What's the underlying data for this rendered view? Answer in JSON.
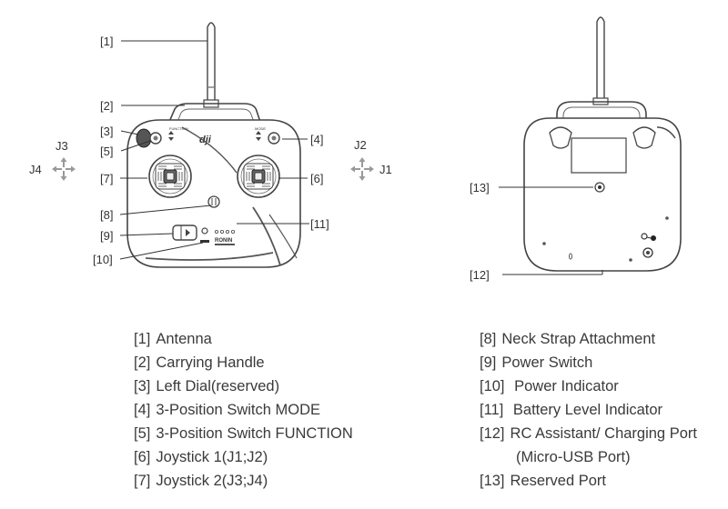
{
  "callouts": {
    "c1": "[1]",
    "c2": "[2]",
    "c3": "[3]",
    "c4": "[4]",
    "c5": "[5]",
    "c6": "[6]",
    "c7": "[7]",
    "c8": "[8]",
    "c9": "[9]",
    "c10": "[10]",
    "c11": "[11]",
    "c12": "[12]",
    "c13": "[13]"
  },
  "joystick_axes": {
    "left_vertical": "J3",
    "left_horizontal": "J4",
    "right_vertical": "J2",
    "right_horizontal": "J1"
  },
  "device_markings": {
    "brand": "dji",
    "ronin": "RONIN",
    "function_switch": "FUNCTION",
    "mode_switch": "MODE"
  },
  "legend_left": [
    {
      "num": "[1]",
      "text": "Antenna"
    },
    {
      "num": "[2]",
      "text": "Carrying Handle"
    },
    {
      "num": "[3]",
      "text": "Left Dial(reserved)"
    },
    {
      "num": "[4]",
      "text": "3-Position Switch MODE"
    },
    {
      "num": "[5]",
      "text": "3-Position Switch FUNCTION"
    },
    {
      "num": "[6]",
      "text": "Joystick 1(J1;J2)"
    },
    {
      "num": "[7]",
      "text": "Joystick 2(J3;J4)"
    }
  ],
  "legend_right": [
    {
      "num": "[8]",
      "text": "Neck Strap Attachment"
    },
    {
      "num": "[9]",
      "text": "Power Switch"
    },
    {
      "num": "[10]",
      "text": " Power Indicator"
    },
    {
      "num": "[11]",
      "text": " Battery Level Indicator"
    },
    {
      "num": "[12]",
      "text": "RC Assistant/ Charging Port"
    },
    {
      "num": "",
      "text": "(Micro-USB Port)"
    },
    {
      "num": "[13]",
      "text": "Reserved Port"
    }
  ]
}
